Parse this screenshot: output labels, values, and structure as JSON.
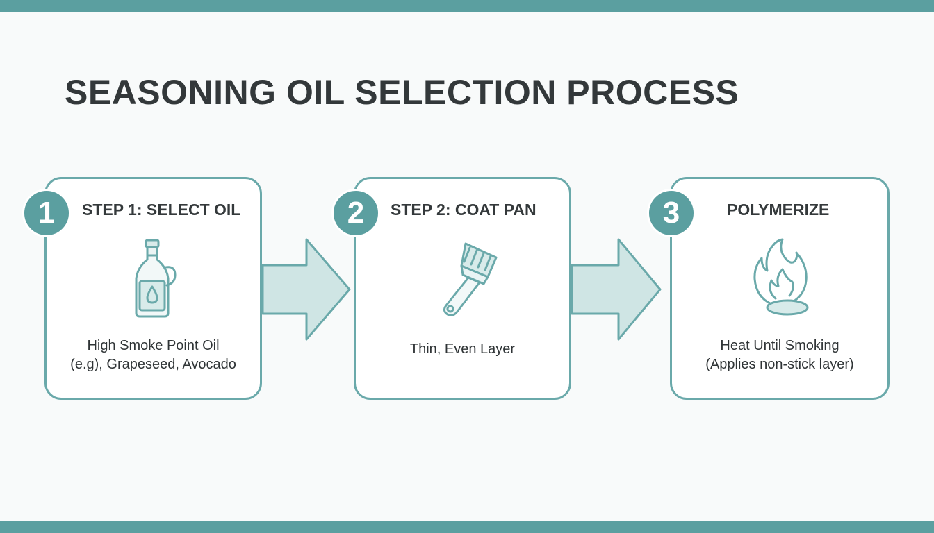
{
  "title": "SEASONING OIL SELECTION PROCESS",
  "colors": {
    "accent": "#5b9fa0",
    "card_border": "#6aa9aa",
    "arrow_fill": "#cfe5e4",
    "text": "#2f3436"
  },
  "steps": [
    {
      "number": "1",
      "title": "STEP 1: SELECT OIL",
      "icon": "oil-bottle-icon",
      "description": [
        "High Smoke Point Oil",
        "(e.g), Grapeseed, Avocado"
      ]
    },
    {
      "number": "2",
      "title": "STEP 2: COAT PAN",
      "icon": "paintbrush-icon",
      "description": [
        "Thin, Even Layer"
      ]
    },
    {
      "number": "3",
      "title": "POLYMERIZE",
      "icon": "flame-icon",
      "description": [
        "Heat Until Smoking",
        "(Applies non-stick layer)"
      ]
    }
  ]
}
